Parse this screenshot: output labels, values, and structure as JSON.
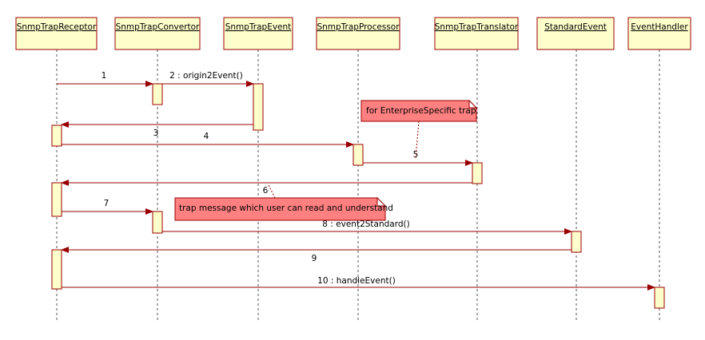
{
  "diagram": {
    "type": "uml-sequence",
    "colors": {
      "box_fill": "#ffffcc",
      "border": "#990000",
      "note_fill": "#ff8080",
      "arrow": "#990000"
    },
    "lifelines": [
      {
        "name": "SnmpTrapReceptor"
      },
      {
        "name": "SnmpTrapConvertor"
      },
      {
        "name": "SnmpTrapEvent"
      },
      {
        "name": "SnmpTrapProcessor"
      },
      {
        "name": "SnmpTrapTranslator"
      },
      {
        "name": "StandardEvent"
      },
      {
        "name": "EventHandler"
      }
    ],
    "messages": [
      {
        "label": "1",
        "from": 0,
        "to": 1,
        "kind": "call"
      },
      {
        "label": "2 : origin2Event()",
        "from": 1,
        "to": 2,
        "kind": "call"
      },
      {
        "label": "3",
        "from": 2,
        "to": 0,
        "kind": "return"
      },
      {
        "label": "4",
        "from": 0,
        "to": 3,
        "kind": "call"
      },
      {
        "label": "5",
        "from": 3,
        "to": 4,
        "kind": "call"
      },
      {
        "label": "6",
        "from": 4,
        "to": 0,
        "kind": "return"
      },
      {
        "label": "7",
        "from": 0,
        "to": 1,
        "kind": "call"
      },
      {
        "label": "8 : event2Standard()",
        "from": 1,
        "to": 5,
        "kind": "call"
      },
      {
        "label": "9",
        "from": 5,
        "to": 0,
        "kind": "return"
      },
      {
        "label": "10 : handleEvent()",
        "from": 0,
        "to": 6,
        "kind": "call"
      }
    ],
    "notes": [
      {
        "text": "for EnterpriseSpecific trap",
        "attached_to_message": "5"
      },
      {
        "text": "trap message which user can read and understand",
        "attached_to_message": "6"
      }
    ]
  }
}
